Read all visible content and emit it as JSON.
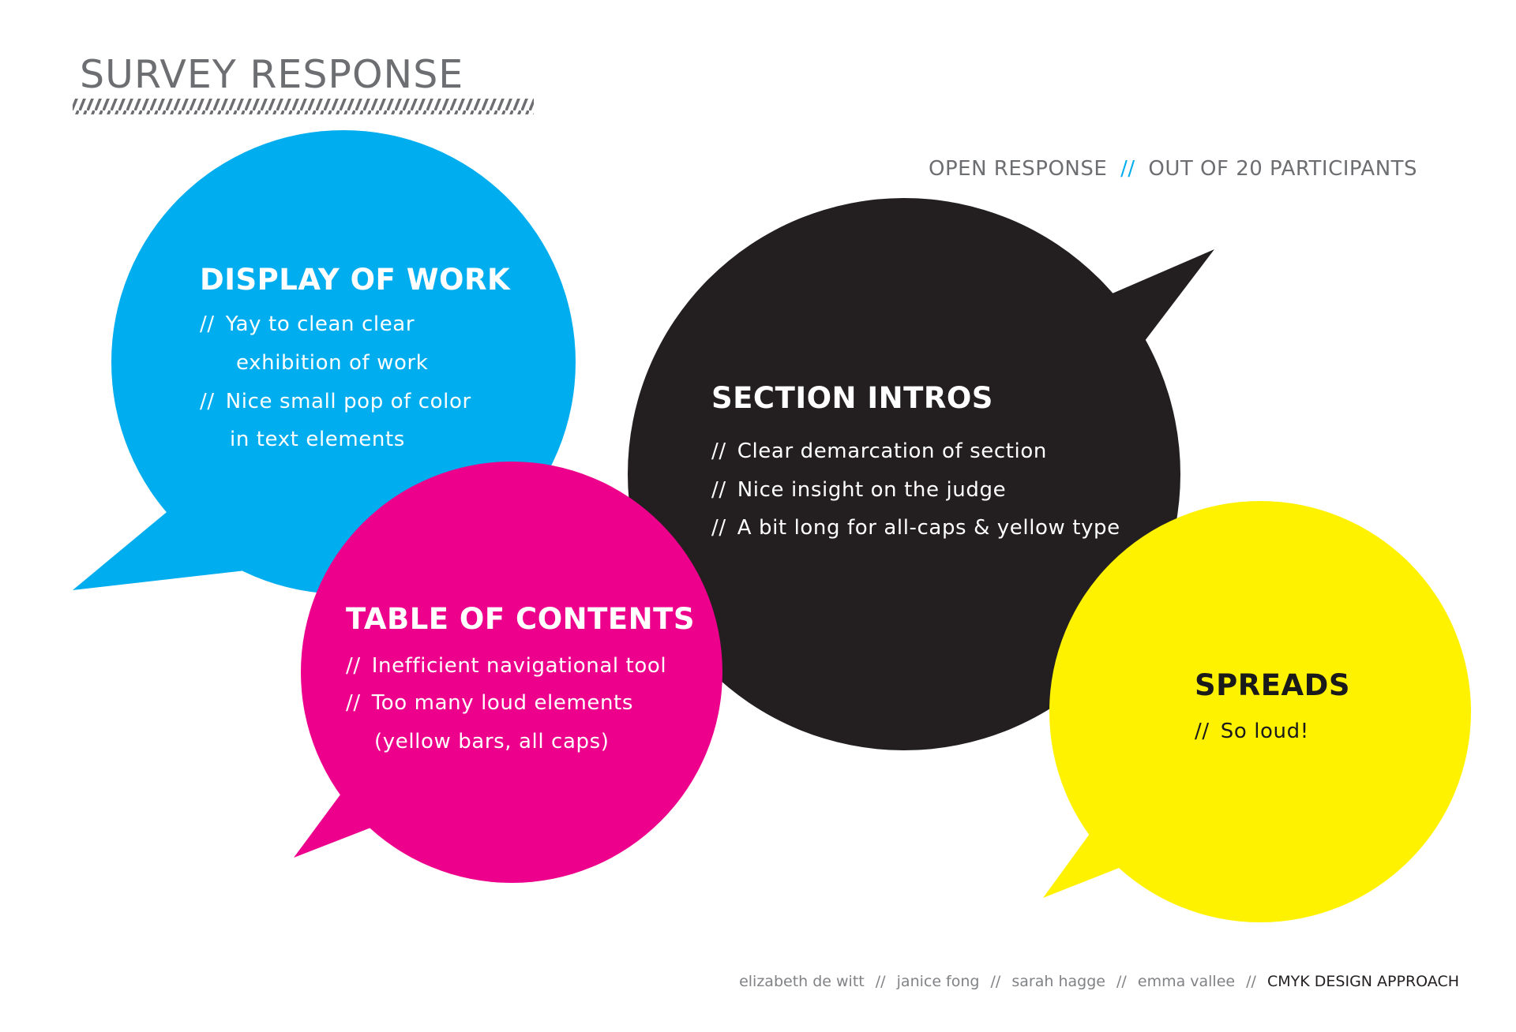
{
  "header": {
    "title": "SURVEY RESPONSE"
  },
  "subtitle": {
    "left": "OPEN RESPONSE",
    "sep": "//",
    "right": "OUT OF 20 PARTICIPANTS"
  },
  "colors": {
    "cyan": "#00adef",
    "magenta": "#ec008c",
    "black": "#231f20",
    "yellow": "#fff200",
    "gray": "#6d6e71"
  },
  "bubbles": {
    "display": {
      "title": "DISPLAY OF WORK",
      "lines": [
        "Yay to clean clear",
        "exhibition of work",
        "Nice small pop of color",
        "in text elements"
      ]
    },
    "toc": {
      "title": "TABLE OF CONTENTS",
      "lines": [
        "Inefficient navigational tool",
        "Too many loud elements",
        "(yellow bars, all caps)"
      ]
    },
    "intros": {
      "title": "SECTION INTROS",
      "lines": [
        "Clear demarcation of section",
        "Nice insight on the judge",
        "A bit long for all-caps & yellow type"
      ]
    },
    "spreads": {
      "title": "SPREADS",
      "lines": [
        "So loud!"
      ]
    }
  },
  "bullet": "//",
  "footer": {
    "names": [
      "elizabeth de witt",
      "janice fong",
      "sarah hagge",
      "emma vallee"
    ],
    "sep": "//",
    "brand": "CMYK DESIGN APPROACH"
  }
}
